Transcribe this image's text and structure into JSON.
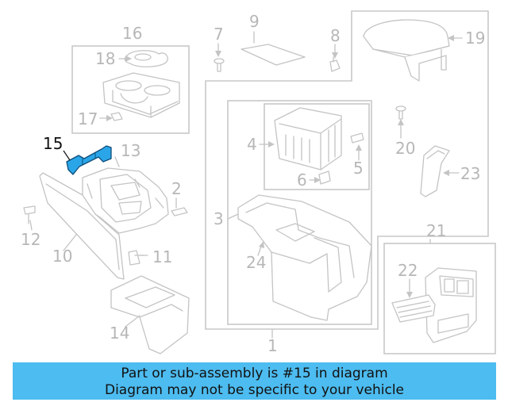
{
  "callouts": {
    "n1": "1",
    "n2": "2",
    "n3": "3",
    "n4": "4",
    "n5": "5",
    "n6": "6",
    "n7": "7",
    "n8": "8",
    "n9": "9",
    "n10": "10",
    "n11": "11",
    "n12": "12",
    "n13": "13",
    "n14": "14",
    "n15": "15",
    "n16": "16",
    "n17": "17",
    "n18": "18",
    "n19": "19",
    "n20": "20",
    "n21": "21",
    "n22": "22",
    "n23": "23",
    "n24": "24"
  },
  "highlight": {
    "part": "15",
    "color": "#2aa6e8"
  },
  "banner": {
    "line1": "Part or sub-assembly is #15 in diagram",
    "line2": "Diagram may not be specific to your vehicle",
    "color": "#4dbcf0"
  }
}
